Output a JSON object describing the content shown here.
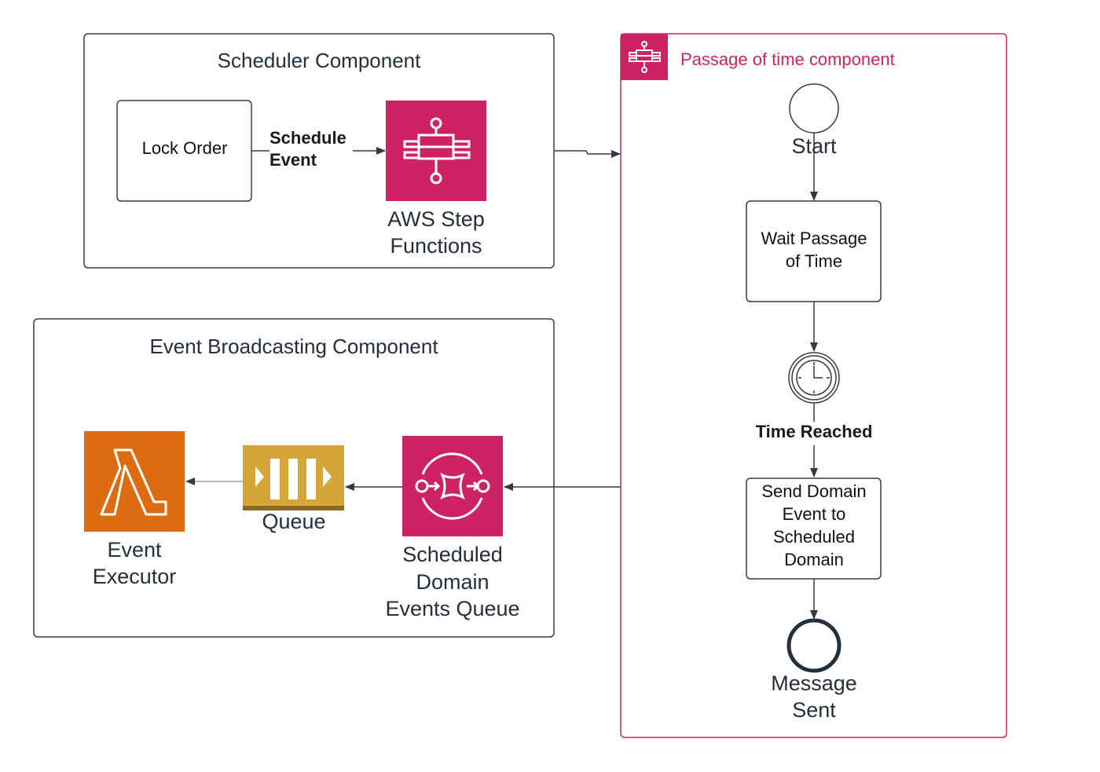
{
  "colors": {
    "step_functions": "#cd2264",
    "sqs": "#cd2264",
    "queue": "#d6a53a",
    "queue_dark": "#8c6a1f",
    "lambda": "#dd6b10",
    "pot_border": "#cd2264",
    "group_border": "#3c3c3c",
    "line": "#333a45"
  },
  "scheduler": {
    "title": "Scheduler Component",
    "lock_order": "Lock Order",
    "edge_label_line1": "Schedule",
    "edge_label_line2": "Event",
    "step_label_line1": "AWS Step",
    "step_label_line2": "Functions",
    "step_icon": "step-functions-icon"
  },
  "broadcast": {
    "title": "Event Broadcasting Component",
    "executor_line1": "Event",
    "executor_line2": "Executor",
    "queue_label": "Queue",
    "sqs_line1": "Scheduled",
    "sqs_line2": "Domain",
    "sqs_line3": "Events Queue"
  },
  "pot": {
    "title": "Passage of time component",
    "start": "Start",
    "wait_line1": "Wait Passage",
    "wait_line2": "of Time",
    "timer_label": "Time Reached",
    "send_line1": "Send Domain",
    "send_line2": "Event to",
    "send_line3": "Scheduled",
    "send_line4": "Domain",
    "end_line1": "Message",
    "end_line2": "Sent"
  }
}
